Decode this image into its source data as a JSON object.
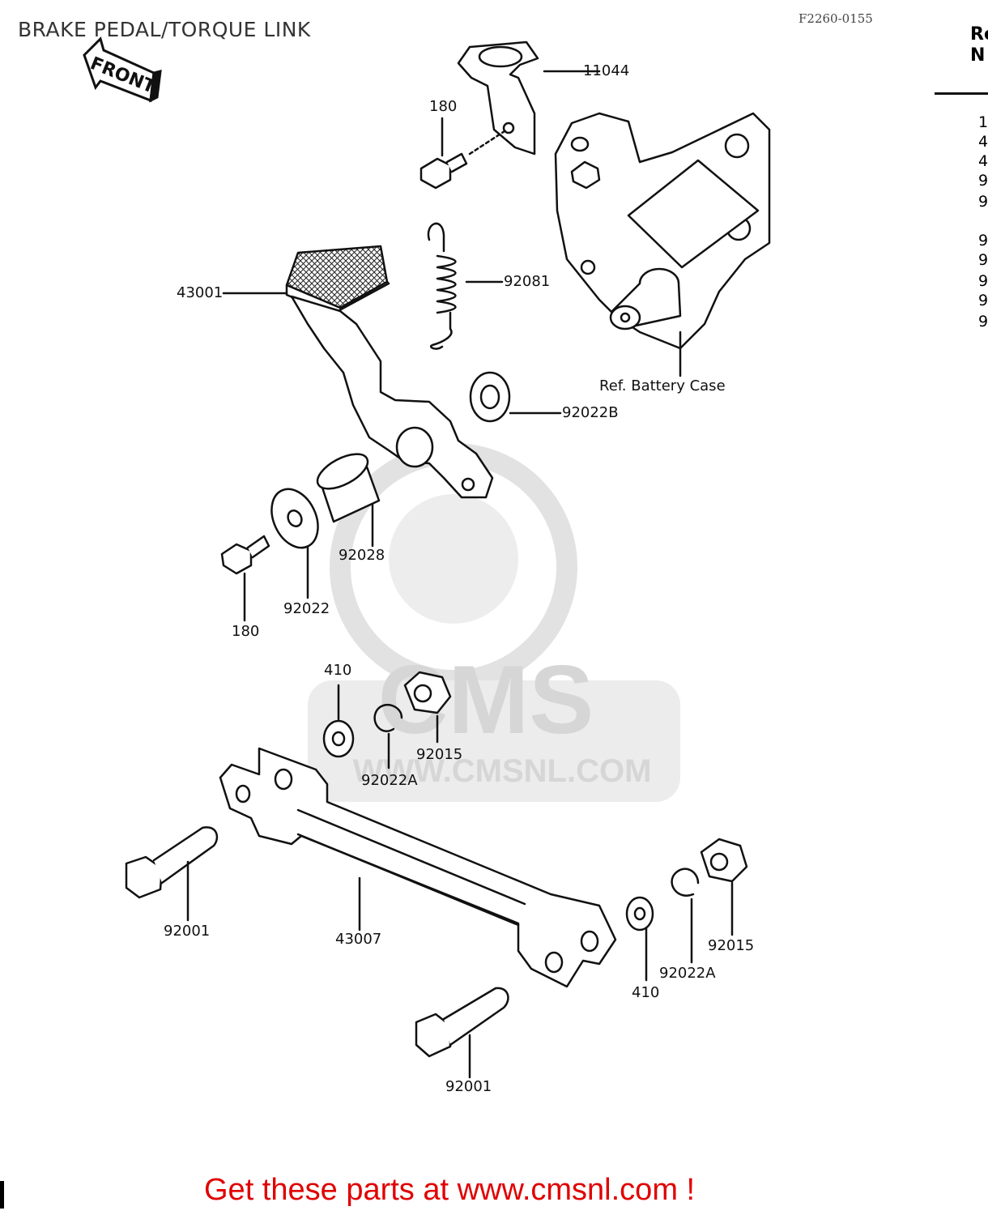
{
  "title": "BRAKE PEDAL/TORQUE LINK",
  "diagram_code": "F2260-0155",
  "ref_table": {
    "header": "Re\nN",
    "entries": [
      "1",
      "4",
      "4",
      "9",
      "9",
      "9",
      "9",
      "9",
      "9",
      "9"
    ]
  },
  "front_arrow_text": "FRONT",
  "watermark": {
    "brand": "CMS",
    "url": "WWW.CMSNL.COM",
    "color": "#d8d8d8"
  },
  "labels": {
    "p11044": "11044",
    "p180_top": "180",
    "p92081": "92081",
    "p43001": "43001",
    "ref_battery_case": "Ref.  Battery  Case",
    "p92022B": "92022B",
    "p92028": "92028",
    "p92022": "92022",
    "p180_bottom": "180",
    "p410_top": "410",
    "p92015_top": "92015",
    "p92022A_top": "92022A",
    "p92001_left": "92001",
    "p43007": "43007",
    "p410_bottom": "410",
    "p92022A_bottom": "92022A",
    "p92015_bottom": "92015",
    "p92001_bottom": "92001"
  },
  "call_to_action": "Get these parts at www.cmsnl.com !",
  "colors": {
    "line": "#111111",
    "cta": "#e00000"
  }
}
